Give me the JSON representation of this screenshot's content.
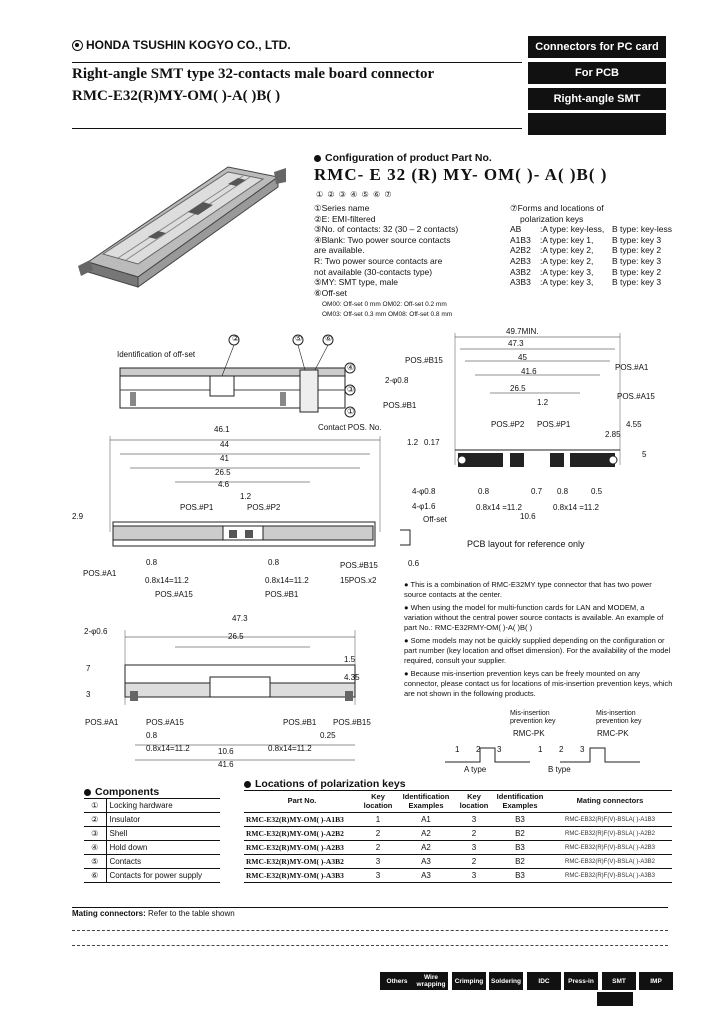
{
  "header": {
    "company": "HONDA TSUSHIN KOGYO CO., LTD.",
    "title_line1": "Right-angle SMT type 32-contacts male board connector",
    "title_line2": "RMC-E32(R)MY-OM( )-A( )B( )",
    "tags": [
      "Connectors for PC card",
      "For PCB",
      "Right-angle SMT"
    ]
  },
  "configuration": {
    "heading": "Configuration of product Part No.",
    "part_number": "RMC- E 32 (R) MY- OM( )- A( )B( )",
    "numbers": "①     ②  ③     ④         ⑤              ⑥             ⑦",
    "left_items": [
      "①Series name",
      "②E: EMI-filtered",
      "③No. of contacts: 32 (30 – 2 contacts)",
      "④Blank: Two power source contacts",
      "   are available.",
      "   R: Two power source contacts are",
      "   not available (30-contacts type)",
      "⑤MY: SMT type, male",
      "⑥Off-set"
    ],
    "offset_row1": "OM00: Off-set 0 mm       OM02: Off-set 0.2 mm",
    "offset_row2": "OM03: Off-set 0.3 mm     OM08: Off-set 0.8 mm",
    "right_heading1": "⑦Forms and locations of",
    "right_heading2": "polarization keys",
    "right_items": [
      {
        "code": "AB",
        "a": ":A type: key-less,",
        "b": "B type: key-less"
      },
      {
        "code": "A1B3",
        "a": ":A type: key 1,",
        "b": "B type: key 3"
      },
      {
        "code": "A2B2",
        "a": ":A type: key 2,",
        "b": "B type: key 2"
      },
      {
        "code": "A2B3",
        "a": ":A type: key 2,",
        "b": "B type: key 3"
      },
      {
        "code": "A3B2",
        "a": ":A type: key 3,",
        "b": "B type: key 2"
      },
      {
        "code": "A3B3",
        "a": ":A type: key 3,",
        "b": "B type: key 3"
      }
    ]
  },
  "drawing_top": {
    "identification": "Identification of off-set",
    "contact_pos": "Contact POS. No.",
    "callouts": [
      "①",
      "②",
      "③",
      "④",
      "⑤",
      "⑥"
    ]
  },
  "drawing_mid": {
    "dims": [
      "46.1",
      "44",
      "41",
      "26.5",
      "4.6",
      "1.2",
      "2.9",
      "0.8",
      "0.8x14=11.2",
      "0.8",
      "0.8x14=11.2"
    ],
    "labels": [
      "POS.#P1",
      "POS.#P2",
      "POS.#A1",
      "POS.#A15",
      "POS.#B1",
      "POS.#B15",
      "15POS.x2"
    ]
  },
  "drawing_bottom": {
    "dims": [
      "47.3",
      "26.5",
      "2-φ0.6",
      "7",
      "3",
      "1.5",
      "4.35",
      "0.8",
      "0.8x14=11.2",
      "0.8x14=11.2",
      "10.6",
      "41.6",
      "0.25"
    ],
    "labels": [
      "POS.#A1",
      "POS.#A15",
      "POS.#B1",
      "POS.#B15"
    ]
  },
  "pcb": {
    "dims": [
      "49.7MIN.",
      "47.3",
      "45",
      "41.6",
      "26.5",
      "1.2",
      "2-φ0.8",
      "4.55",
      "1.2",
      "0.17",
      "2.85",
      "5",
      "4-φ0.8",
      "4-φ1.6",
      "0.8",
      "0.8x14 =11.2",
      "10.6",
      "0.8x14 =11.2",
      "0.8",
      "0.7",
      "0.5",
      "0.6"
    ],
    "labels": [
      "POS.#B15",
      "POS.#A1",
      "POS.#A15",
      "POS.#B1",
      "POS.#P2",
      "POS.#P1",
      "Off-set"
    ],
    "caption": "PCB layout for reference only"
  },
  "notes": [
    "This is a combination of RMC-E32MY type connector that has two power source contacts at the center.",
    "When using the model for multi-function cards for LAN and MODEM, a variation without the central power source contacts is available. An example of part No.: RMC-E32RMY-OM( )-A( )B( )",
    "Some models may not be quickly supplied depending on the configuration or part number (key location and offset dimension). For the availability of the model required, consult your supplier.",
    "Because mis-insertion prevention keys can be freely mounted on any connector, please contact us for locations of mis-insertion prevention keys, which are not shown in the following products."
  ],
  "key_diagram": {
    "a_label": "Mis-insertion prevention key",
    "a_part": "RMC-PK",
    "b_label": "Mis-insertion prevention key",
    "b_part": "RMC-PK",
    "a_type": "A type",
    "b_type": "B type",
    "keys": [
      "1",
      "2",
      "3"
    ]
  },
  "components": {
    "heading": "Components",
    "items": [
      {
        "n": "①",
        "name": "Locking hardware"
      },
      {
        "n": "②",
        "name": "Insulator"
      },
      {
        "n": "③",
        "name": "Shell"
      },
      {
        "n": "④",
        "name": "Hold down"
      },
      {
        "n": "⑤",
        "name": "Contacts"
      },
      {
        "n": "⑥",
        "name": "Contacts for power supply"
      }
    ]
  },
  "polarization": {
    "heading": "Locations of polarization keys",
    "headers": [
      "Part No.",
      "Key location",
      "Identification Examples",
      "Key location",
      "Identification Examples",
      "Mating connectors"
    ],
    "rows": [
      {
        "pn": "RMC-E32(R)MY-OM( )-A1B3",
        "k1": "1",
        "id1": "A1",
        "k2": "3",
        "id2": "B3",
        "mate": "RMC-EB32(R)F(V)-BSLA( )-A1B3"
      },
      {
        "pn": "RMC-E32(R)MY-OM( )-A2B2",
        "k1": "2",
        "id1": "A2",
        "k2": "2",
        "id2": "B2",
        "mate": "RMC-EB32(R)F(V)-BSLA( )-A2B2"
      },
      {
        "pn": "RMC-E32(R)MY-OM( )-A2B3",
        "k1": "2",
        "id1": "A2",
        "k2": "3",
        "id2": "B3",
        "mate": "RMC-EB32(R)F(V)-BSLA( )-A2B3"
      },
      {
        "pn": "RMC-E32(R)MY-OM( )-A3B2",
        "k1": "3",
        "id1": "A3",
        "k2": "2",
        "id2": "B2",
        "mate": "RMC-EB32(R)F(V)-BSLA( )-A3B2"
      },
      {
        "pn": "RMC-E32(R)MY-OM( )-A3B3",
        "k1": "3",
        "id1": "A3",
        "k2": "3",
        "id2": "B3",
        "mate": "RMC-EB32(R)F(V)-BSLA( )-A3B3"
      }
    ]
  },
  "mating": {
    "label": "Mating connectors:",
    "text": "Refer to the table shown"
  },
  "footer": {
    "tabs": [
      "Others",
      "Wire wrapping",
      "Crimping",
      "Soldering",
      "IDC",
      "Press-in",
      "SMT",
      "IMP"
    ]
  }
}
